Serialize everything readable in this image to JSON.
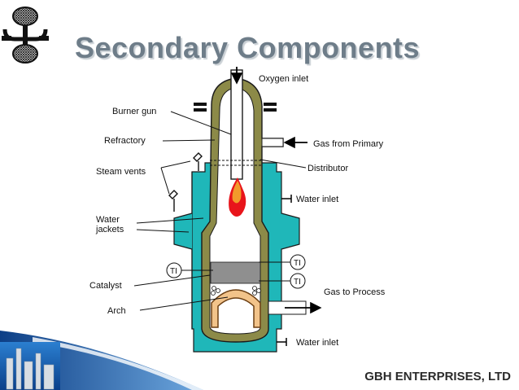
{
  "title": "Secondary Components",
  "footer": "GBH ENTERPRISES, LTD",
  "labels": {
    "oxygen_inlet": "Oxygen inlet",
    "burner_gun": "Burner gun",
    "refractory": "Refractory",
    "gas_from_primary": "Gas from Primary",
    "distributor": "Distributor",
    "steam_vents": "Steam vents",
    "water_inlet_top": "Water inlet",
    "water_jackets_1": "Water",
    "water_jackets_2": "jackets",
    "catalyst": "Catalyst",
    "gas_to_process": "Gas to Process",
    "arch": "Arch",
    "water_inlet_bottom": "Water inlet",
    "ti_left": "TI",
    "ti_right_1": "TI",
    "ti_right_2": "TI"
  },
  "colors": {
    "water": "#1fb7b9",
    "refractory": "#8c8a48",
    "catalyst": "#8f8f8f",
    "flame_outer": "#e8151b",
    "flame_inner": "#f29a2b",
    "title": "#6e7d89",
    "arrow": "#000000"
  }
}
